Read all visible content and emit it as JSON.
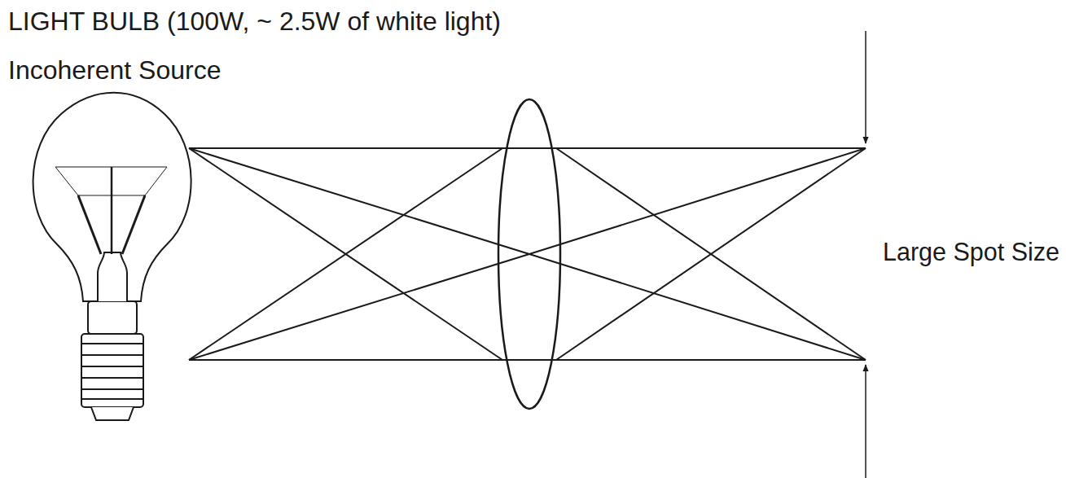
{
  "diagram": {
    "labels": [
      "LIGHT BULB (100W, ~ 2.5W of white light)",
      "Incoherent Source",
      "Large Spot Size"
    ]
  }
}
